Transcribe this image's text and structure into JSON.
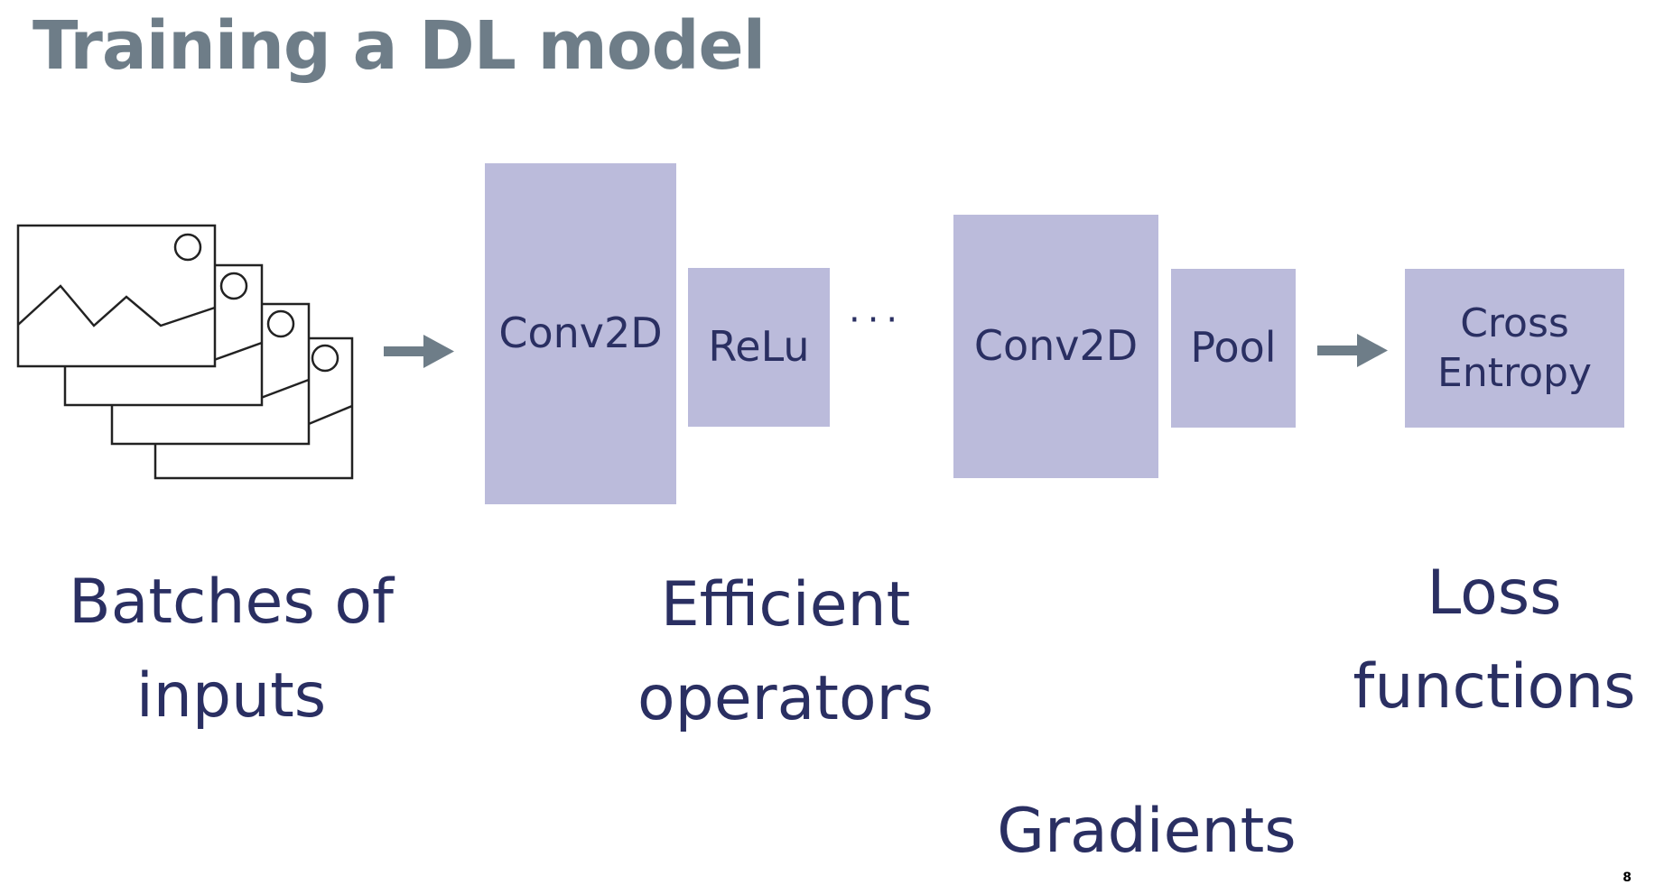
{
  "slide": {
    "title": "Training a DL model",
    "page_number": "8"
  },
  "pipeline": {
    "blocks": [
      {
        "id": "conv2d-1",
        "label": "Conv2D"
      },
      {
        "id": "relu",
        "label": "ReLu"
      },
      {
        "id": "conv2d-2",
        "label": "Conv2D"
      },
      {
        "id": "pool",
        "label": "Pool"
      },
      {
        "id": "cross-entropy",
        "label_line1": "Cross",
        "label_line2": "Entropy"
      }
    ],
    "ellipsis": "···",
    "icons": [
      "image-stack-icon",
      "arrow-right-icon",
      "arrow-right-icon"
    ]
  },
  "captions": {
    "inputs": {
      "line1": "Batches of",
      "line2": "inputs"
    },
    "operators": {
      "line1": "Efficient",
      "line2": "operators"
    },
    "loss": {
      "line1": "Loss",
      "line2": "functions"
    },
    "gradients": "Gradients"
  },
  "colors": {
    "title": "#6e7d88",
    "block_fill": "#bbbbdb",
    "text": "#2a2f62",
    "arrow": "#6e7d88"
  }
}
